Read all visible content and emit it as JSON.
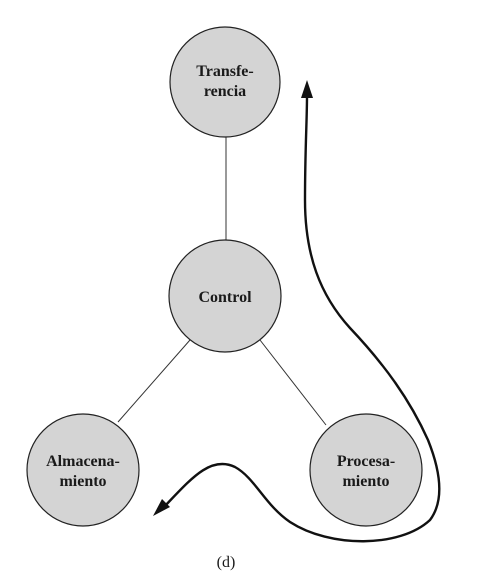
{
  "diagram": {
    "caption": "(d)",
    "nodes": {
      "transferencia": {
        "line1": "Transfe-",
        "line2": "rencia"
      },
      "control": {
        "line1": "Control"
      },
      "almacenamiento": {
        "line1": "Almacena-",
        "line2": "miento"
      },
      "procesamiento": {
        "line1": "Procesa-",
        "line2": "miento"
      }
    },
    "colors": {
      "node_fill": "#d4d4d4",
      "stroke": "#111111"
    }
  }
}
